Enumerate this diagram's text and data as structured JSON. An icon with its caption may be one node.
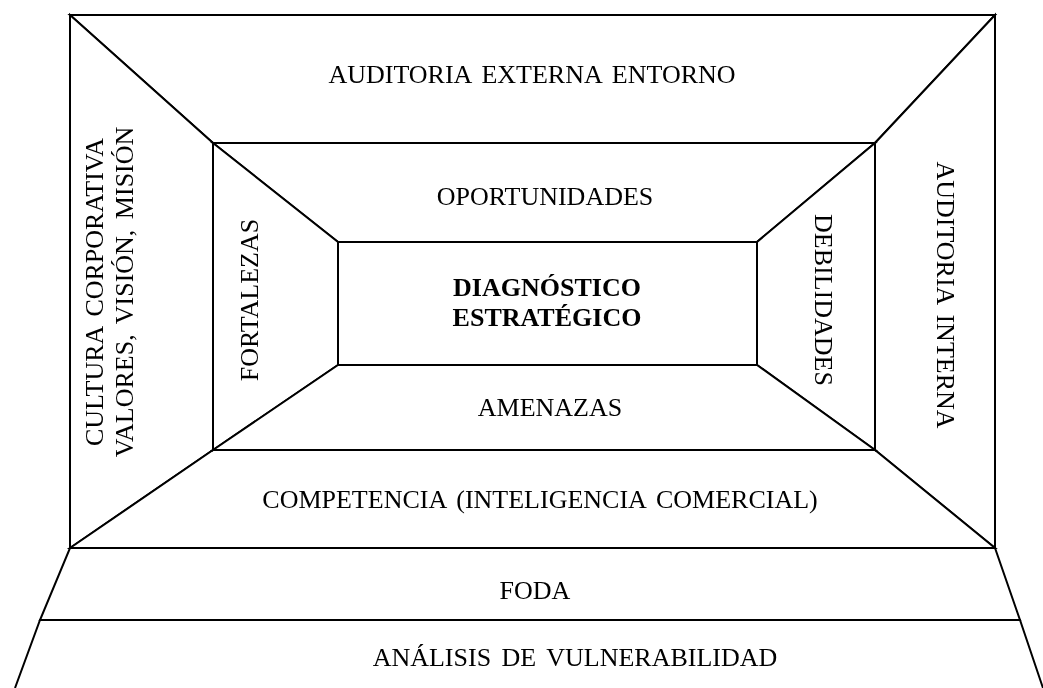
{
  "diagram": {
    "nodes": [
      {
        "text": [
          "AUDITORIA EXTERNA ENTORNO"
        ]
      },
      {
        "text": [
          "CULTURA CORPORATIVA VALORES, VISIÓN, MISIÓN"
        ]
      },
      {
        "text": [
          "AUDITORIA INTERNA"
        ]
      },
      {
        "text": [
          "COMPETENCIA (INTELIGENCIA COMERCIAL)"
        ]
      },
      {
        "text": [
          "OPORTUNIDADES"
        ]
      },
      {
        "text": [
          "FORTALEZAS"
        ]
      },
      {
        "text": [
          "DEBILIDADES"
        ]
      },
      {
        "text": [
          "AMENAZAS"
        ]
      },
      {
        "text": [
          "DIAGNÓSTICO ESTRATÉGICO"
        ]
      },
      {
        "text": [
          "FODA"
        ]
      },
      {
        "text": [
          "ANÁLISIS DE VULNERABILIDAD"
        ]
      }
    ]
  }
}
